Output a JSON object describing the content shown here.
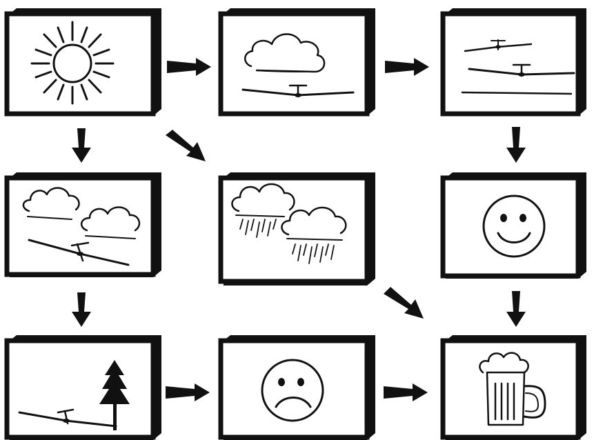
{
  "diagram": {
    "panels": [
      {
        "id": "sunny",
        "icon": "sun-icon"
      },
      {
        "id": "glider-below-cloud",
        "icon": "cloud-and-glider-icon"
      },
      {
        "id": "two-gliders-climbing",
        "icon": "two-gliders-icon"
      },
      {
        "id": "gliders-among-clouds",
        "icon": "clouds-and-descending-glider-icon"
      },
      {
        "id": "rain",
        "icon": "rain-clouds-icon"
      },
      {
        "id": "happy",
        "icon": "smiley-face-icon"
      },
      {
        "id": "glider-landing-near-tree",
        "icon": "glider-and-tree-icon"
      },
      {
        "id": "sad",
        "icon": "sad-face-icon"
      },
      {
        "id": "beer",
        "icon": "beer-mug-icon"
      }
    ],
    "arrows": [
      {
        "from": "sunny",
        "to": "glider-below-cloud"
      },
      {
        "from": "glider-below-cloud",
        "to": "two-gliders-climbing"
      },
      {
        "from": "sunny",
        "to": "gliders-among-clouds"
      },
      {
        "from": "sunny",
        "to": "rain"
      },
      {
        "from": "two-gliders-climbing",
        "to": "happy"
      },
      {
        "from": "gliders-among-clouds",
        "to": "glider-landing-near-tree"
      },
      {
        "from": "rain",
        "to": "beer"
      },
      {
        "from": "happy",
        "to": "beer"
      },
      {
        "from": "glider-landing-near-tree",
        "to": "sad"
      },
      {
        "from": "sad",
        "to": "beer"
      }
    ]
  }
}
